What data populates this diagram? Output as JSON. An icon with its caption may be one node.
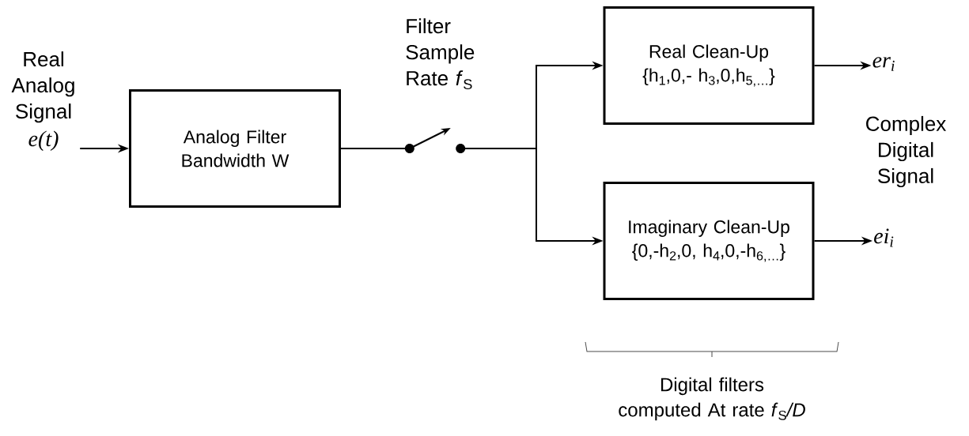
{
  "diagram": {
    "nodes": [
      {
        "text": [
          "Real Analog Signal",
          "e(t)"
        ]
      },
      {
        "text": [
          "Analog Filter Bandwidth W"
        ]
      },
      {
        "text": [],
        "shape": "switch",
        "beside": [
          "Filter Sample Rate *f*$_{S}$"
        ]
      },
      {
        "text": [
          "Real Clean-Up",
          "{h$_{1}$,0,- h$_{3}$,0,h$_{5,…}$}"
        ]
      },
      {
        "text": [
          "Imaginary Clean-Up",
          "{0,-h$_{2}$,0, h$_{4}$,0,-h$_{6,…}$}"
        ]
      },
      {
        "text": [
          "er$_{i}$"
        ]
      },
      {
        "text": [
          "ei$_{i}$"
        ]
      }
    ],
    "edges": [
      {
        "from": 0,
        "to": 1,
        "arrow": "to"
      },
      {
        "from": 1,
        "to": 2,
        "arrow": "none"
      },
      {
        "from": 2,
        "to": 3,
        "arrow": "to"
      },
      {
        "from": 2,
        "to": 4,
        "arrow": "to"
      },
      {
        "from": 3,
        "to": 5,
        "arrow": "to"
      },
      {
        "from": 4,
        "to": 6,
        "arrow": "to"
      }
    ],
    "labels": [
      "Complex Digital Signal",
      "Digital filters computed At rate *f*$_{S}$*/D*"
    ]
  }
}
